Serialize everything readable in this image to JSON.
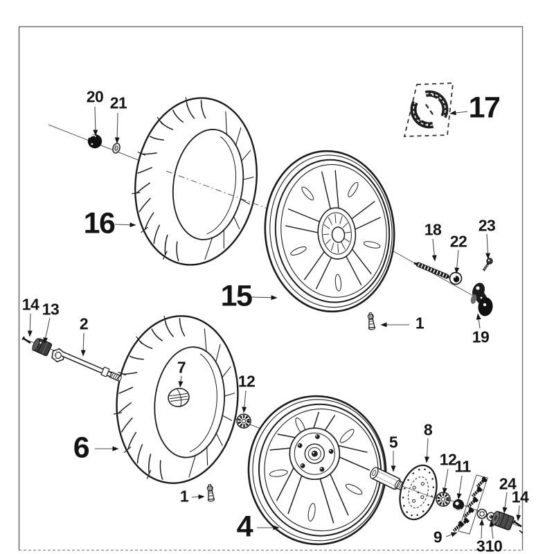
{
  "figure": {
    "type": "exploded-parts-diagram",
    "subject": "wheel and brake assembly line drawing"
  },
  "colors": {
    "paper": "#ffffff",
    "ink": "#1a1a1a",
    "dark_part": "#161616",
    "gray_part": "#4d4d4d",
    "frame": "#6e6e6e",
    "callout_line": "#4a4a4a"
  },
  "callouts": {
    "n16": "16",
    "n15": "15",
    "n17": "17",
    "n6": "6",
    "n4": "4",
    "n20": "20",
    "n21": "21",
    "n18": "18",
    "n22": "22",
    "n23": "23",
    "n19": "19",
    "n1_top": "1",
    "n1_bottom": "1",
    "n14_left": "14",
    "n14_right": "14",
    "n13": "13",
    "n2": "2",
    "n7": "7",
    "n12_left": "12",
    "n12_right": "12",
    "n5": "5",
    "n8": "8",
    "n11": "11",
    "n24": "24",
    "n9": "9",
    "n3": "3",
    "n10": "10"
  }
}
